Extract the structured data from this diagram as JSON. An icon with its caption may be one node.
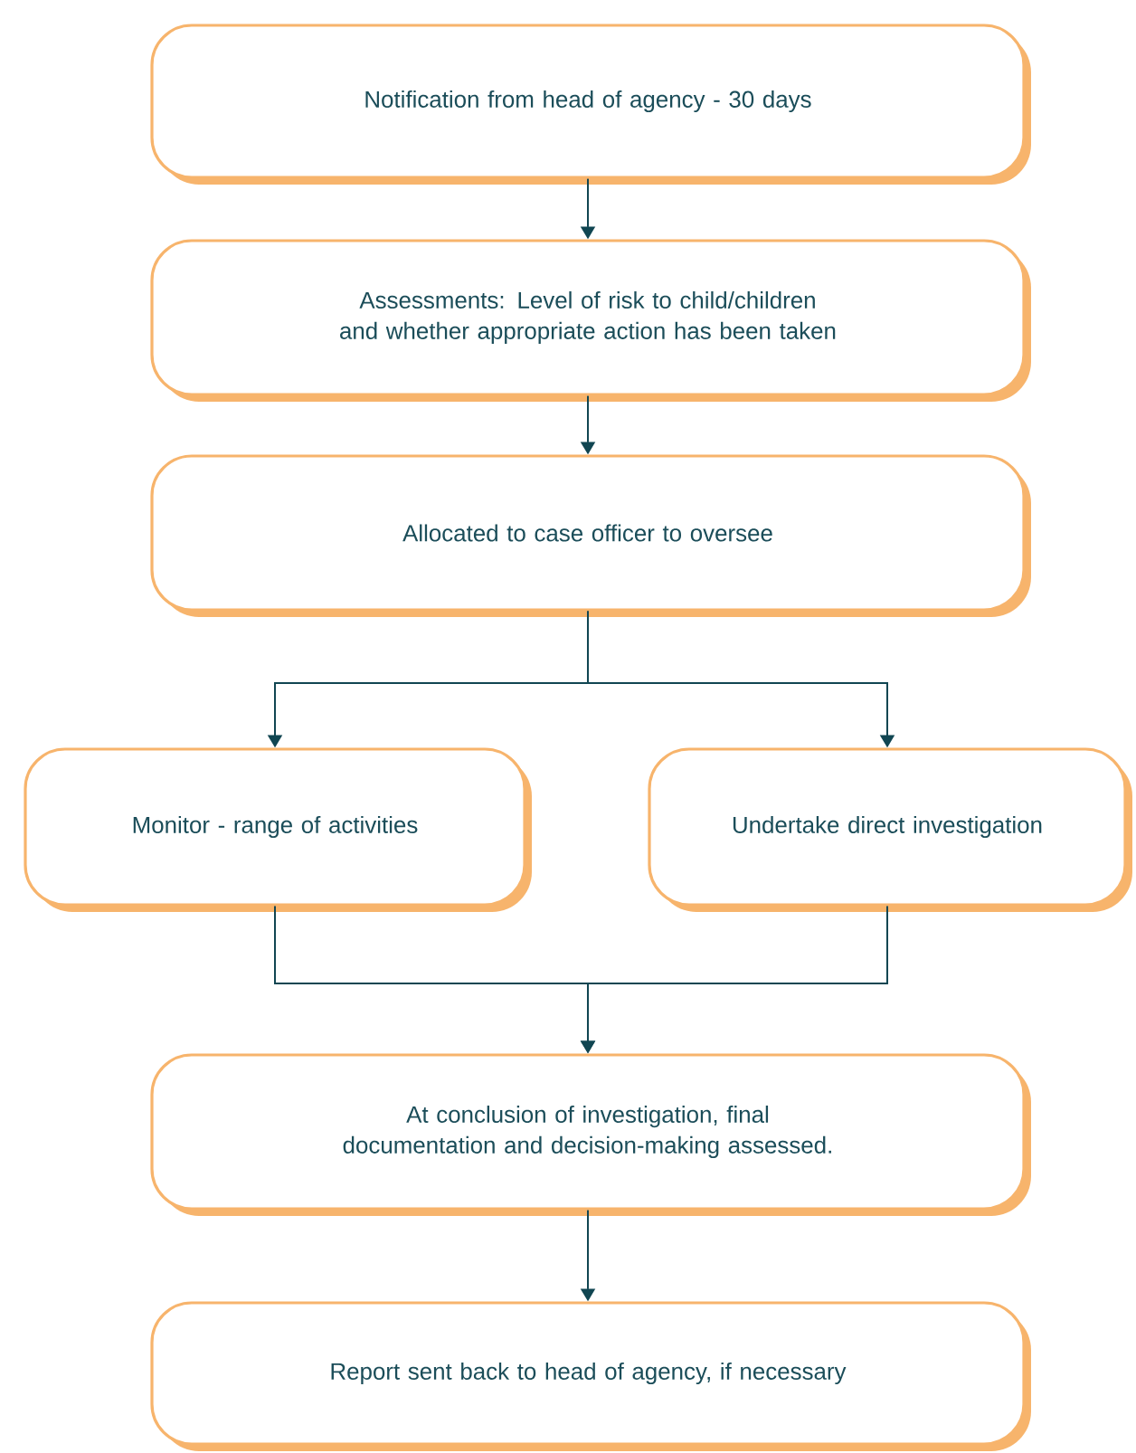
{
  "diagram": {
    "nodes": [
      {
        "text": [
          "Notification from head of agency - 30 days"
        ]
      },
      {
        "text": [
          "Assessments: Level of risk to child/children and whether appropriate action has been taken"
        ]
      },
      {
        "text": [
          "Allocated to case officer to oversee"
        ]
      },
      {
        "text": [
          "Monitor - range of activities"
        ]
      },
      {
        "text": [
          "Undertake direct investigation"
        ]
      },
      {
        "text": [
          "At conclusion of investigation, final documentation and decision-making assessed."
        ]
      },
      {
        "text": [
          "Report sent back to head of agency, if necessary"
        ]
      }
    ],
    "edges": [
      {
        "from": 0,
        "to": 1,
        "arrow": "to"
      },
      {
        "from": 1,
        "to": 2,
        "arrow": "to"
      },
      {
        "from": 2,
        "to": 3,
        "arrow": "to"
      },
      {
        "from": 2,
        "to": 4,
        "arrow": "to"
      },
      {
        "from": 3,
        "to": 5,
        "arrow": "to"
      },
      {
        "from": 4,
        "to": 5,
        "arrow": "to"
      },
      {
        "from": 5,
        "to": 6,
        "arrow": "to"
      }
    ]
  }
}
